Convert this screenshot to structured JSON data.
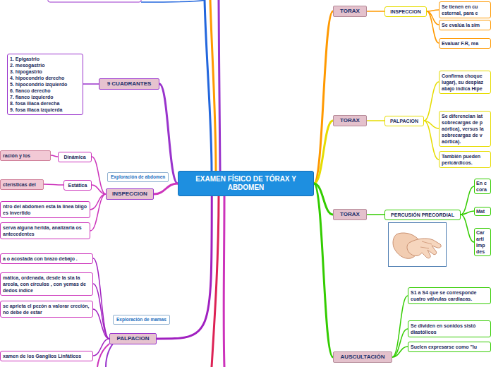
{
  "diagram": {
    "nodes": [
      {
        "text": [
          "EXAMEN FÍSICO DE TÓRAX Y ABDOMEN"
        ]
      },
      {
        "text": [
          "TORAX"
        ]
      },
      {
        "text": [
          "INSPECCION"
        ]
      },
      {
        "text": [
          "Se tienen en cu esternal, para e"
        ]
      },
      {
        "text": [
          "Se evalúa la sim"
        ]
      },
      {
        "text": [
          "Evaluar F.R, rea"
        ]
      },
      {
        "text": [
          "TORAX"
        ]
      },
      {
        "text": [
          "PALPACION"
        ]
      },
      {
        "text": [
          "Confirma choque lugar), su desplaz abajo indica Hipe"
        ]
      },
      {
        "text": [
          "Se diferencian lat sobrecargas de p aórtica), versus la sobrecargas de v aórtica)."
        ]
      },
      {
        "text": [
          "También pueden pericárdicos."
        ]
      },
      {
        "text": [
          "TORAX"
        ]
      },
      {
        "text": [
          "PERCUSIÓN PRECORDIAL"
        ]
      },
      {
        "text": [
          "En c cora"
        ]
      },
      {
        "text": [
          "Mat"
        ]
      },
      {
        "text": [
          "Car arti Imp des"
        ]
      },
      {
        "text": [
          "AUSCULTACIÓN"
        ]
      },
      {
        "text": [
          "S1 a S4 que se corresponde cuatro válvulas cardíacas."
        ]
      },
      {
        "text": [
          "Se dividen en sonidos sistó diastólicos"
        ]
      },
      {
        "text": [
          "Suelen expresarse como \"lu"
        ]
      },
      {
        "text": [
          "9 CUADRANTES"
        ]
      },
      {
        "text": [
          "1. Epigastrio",
          "2. mesogastrio",
          "3. hipogastrio",
          "4. hipocondrio derecho",
          "5. hipocondrio izquierdo",
          "6. flanco derecho",
          "7. flanco izquierdo",
          "8. fosa iliaca derecha",
          "9. fosa iliaca izquierda"
        ]
      },
      {
        "text": [
          "INSPECCION"
        ]
      },
      {
        "text": [
          "Dinámica"
        ]
      },
      {
        "text": [
          "ración y los"
        ]
      },
      {
        "text": [
          "Estática"
        ]
      },
      {
        "text": [
          "cterísticas del"
        ]
      },
      {
        "text": [
          "ntro del abdomen esta la línea bligo es invertido"
        ]
      },
      {
        "text": [
          "serva alguna herida, analizarla os antecedentes"
        ]
      },
      {
        "text": [
          "PALPACION"
        ]
      },
      {
        "text": [
          "a o acostada con brazo debajo ."
        ]
      },
      {
        "text": [
          "mática, ordenada, desde la sta la areola, con círculos , con yemas de dedos índice"
        ]
      },
      {
        "text": [
          "se aprieta el pezón a valorar creción, no debe de estar"
        ]
      },
      {
        "text": [
          "xamen de los Ganglios Linfáticos"
        ]
      }
    ],
    "edges": [
      {
        "from": 0,
        "to": 1,
        "arrow": "none"
      },
      {
        "from": 1,
        "to": 2,
        "arrow": "none"
      },
      {
        "from": 2,
        "to": 3,
        "arrow": "none"
      },
      {
        "from": 2,
        "to": 4,
        "arrow": "none"
      },
      {
        "from": 2,
        "to": 5,
        "arrow": "none"
      },
      {
        "from": 0,
        "to": 6,
        "arrow": "none"
      },
      {
        "from": 6,
        "to": 7,
        "arrow": "none"
      },
      {
        "from": 7,
        "to": 8,
        "arrow": "none"
      },
      {
        "from": 7,
        "to": 9,
        "arrow": "none"
      },
      {
        "from": 7,
        "to": 10,
        "arrow": "none"
      },
      {
        "from": 0,
        "to": 11,
        "arrow": "none"
      },
      {
        "from": 11,
        "to": 12,
        "arrow": "none"
      },
      {
        "from": 12,
        "to": 13,
        "arrow": "none"
      },
      {
        "from": 12,
        "to": 14,
        "arrow": "none"
      },
      {
        "from": 12,
        "to": 15,
        "arrow": "none"
      },
      {
        "from": 0,
        "to": 16,
        "arrow": "none"
      },
      {
        "from": 16,
        "to": 17,
        "arrow": "none"
      },
      {
        "from": 16,
        "to": 18,
        "arrow": "none"
      },
      {
        "from": 16,
        "to": 19,
        "arrow": "none"
      },
      {
        "from": 0,
        "to": 20,
        "arrow": "none"
      },
      {
        "from": 20,
        "to": 21,
        "arrow": "none"
      },
      {
        "from": 0,
        "to": 22,
        "label": "Exploración de abdomen",
        "arrow": "none"
      },
      {
        "from": 22,
        "to": 23,
        "arrow": "none"
      },
      {
        "from": 23,
        "to": 24,
        "arrow": "none"
      },
      {
        "from": 22,
        "to": 25,
        "arrow": "none"
      },
      {
        "from": 25,
        "to": 26,
        "arrow": "none"
      },
      {
        "from": 22,
        "to": 27,
        "arrow": "none"
      },
      {
        "from": 22,
        "to": 28,
        "arrow": "none"
      },
      {
        "from": 0,
        "to": 29,
        "label": "Exploración de mamas",
        "arrow": "none"
      },
      {
        "from": 29,
        "to": 30,
        "arrow": "none"
      },
      {
        "from": 29,
        "to": 31,
        "arrow": "none"
      },
      {
        "from": 29,
        "to": 32,
        "arrow": "none"
      },
      {
        "from": 29,
        "to": 33,
        "arrow": "none"
      }
    ]
  }
}
